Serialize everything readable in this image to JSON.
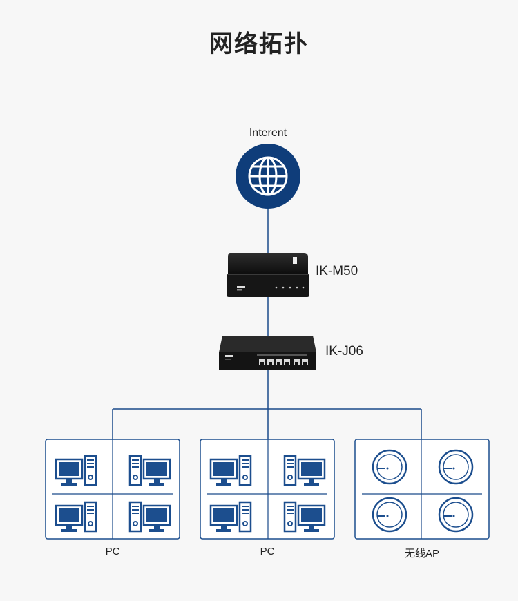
{
  "title": "网络拓扑",
  "internet": {
    "label": "Interent",
    "icon": "globe-icon"
  },
  "router": {
    "label": "IK-M50",
    "icon": "router-icon"
  },
  "switch": {
    "label": "IK-J06",
    "icon": "switch-icon"
  },
  "groups": [
    {
      "label": "PC",
      "icon": "pc-icon",
      "count": 4
    },
    {
      "label": "PC",
      "icon": "pc-icon",
      "count": 4
    },
    {
      "label": "无线AP",
      "icon": "access-point-icon",
      "count": 4
    }
  ],
  "colors": {
    "line": "#1a4a8a",
    "icon": "#1c4e8e",
    "globe": "#0f3d7a",
    "device": "#1c1c1c"
  }
}
